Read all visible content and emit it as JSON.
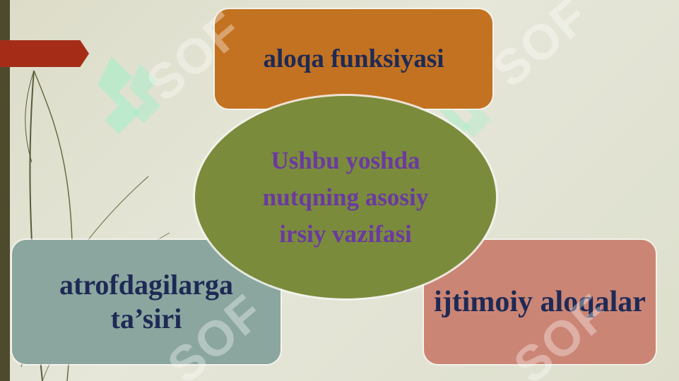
{
  "slide": {
    "top_box": {
      "label": "aloqa funksiyasi"
    },
    "center": {
      "label": "Ushbu yoshda nutqning asosiy irsiy vazifasi"
    },
    "left_box": {
      "label": "atrofdagilarga ta’siri"
    },
    "right_box": {
      "label": "ijtimoiy aloqalar"
    }
  },
  "watermark": {
    "text": "SOF"
  },
  "colors": {
    "top_box": "#c37221",
    "center": "#7b8b3c",
    "center_text": "#6a3aa0",
    "left_box": "#8aa69f",
    "right_box": "#cb8575",
    "box_text": "#1e2a55",
    "arrow_tab": "#a52d18"
  }
}
